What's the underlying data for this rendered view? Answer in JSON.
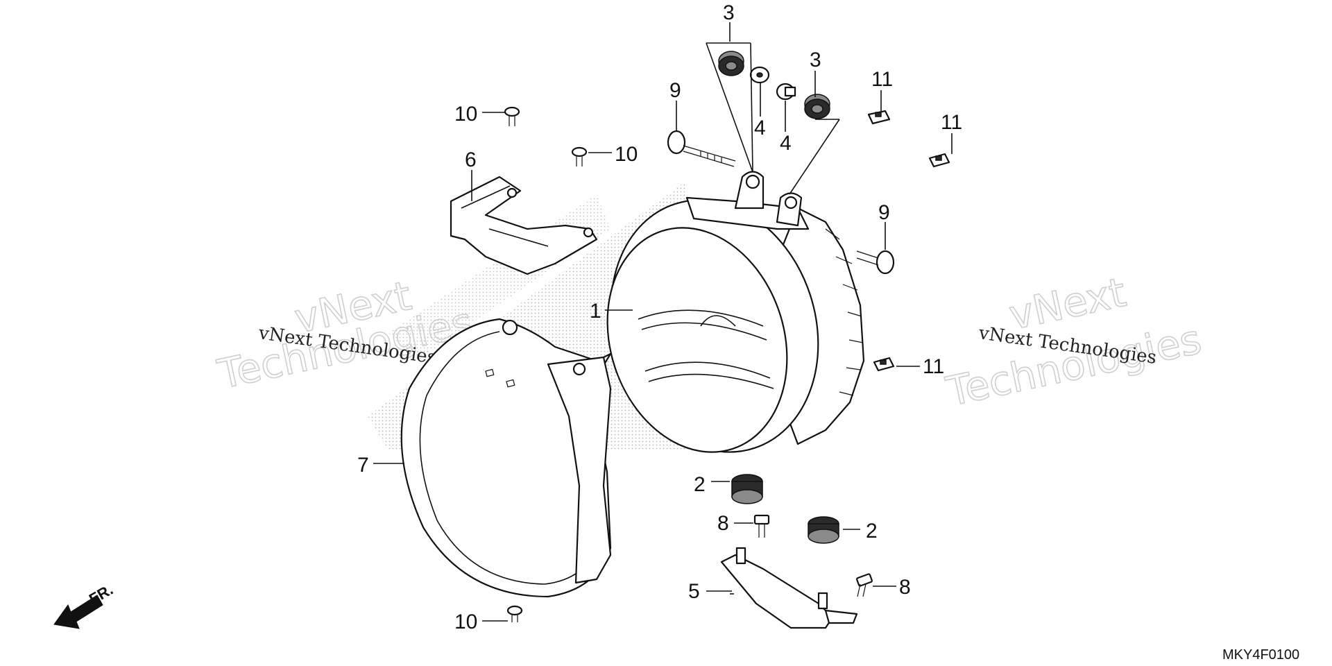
{
  "diagram_code": "MKY4F0100",
  "direction_label": "FR.",
  "watermark": {
    "large_line1": "vNext",
    "large_line2": "Technologies",
    "small_line": "vNext Technologies"
  },
  "callouts": {
    "c1": "1",
    "c2a": "2",
    "c2b": "2",
    "c3a": "3",
    "c3b": "3",
    "c4a": "4",
    "c4b": "4",
    "c5": "5",
    "c6": "6",
    "c7": "7",
    "c8a": "8",
    "c8b": "8",
    "c9a": "9",
    "c9b": "9",
    "c10a": "10",
    "c10b": "10",
    "c10c": "10",
    "c11a": "11",
    "c11b": "11",
    "c11c": "11"
  },
  "colors": {
    "line": "#111111",
    "dot_shade": "#999999",
    "watermark": "#cfcfcf"
  }
}
